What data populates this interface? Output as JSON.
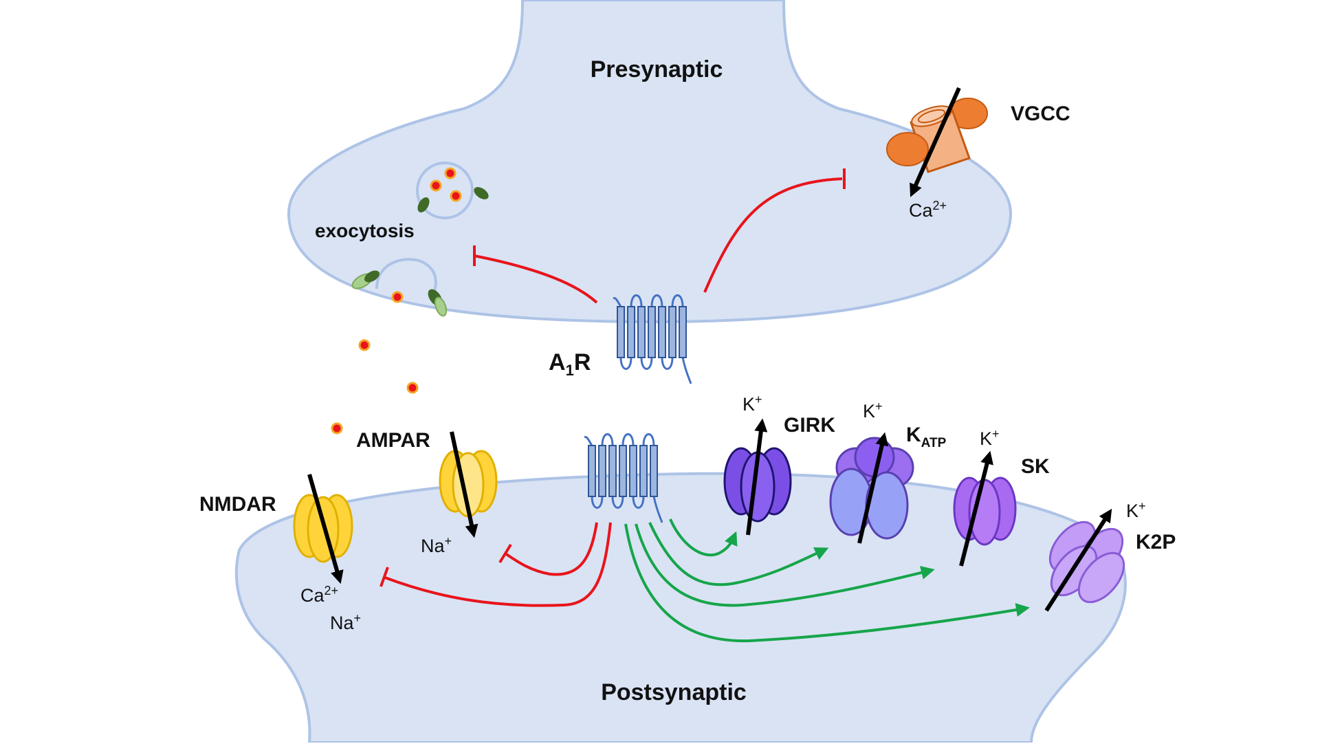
{
  "regions": {
    "presynaptic": "Presynaptic",
    "postsynaptic": "Postsynaptic"
  },
  "labels": {
    "exocytosis": "exocytosis",
    "vgcc": "VGCC",
    "a1r_main": "A",
    "a1r_sub": "1",
    "a1r_tail": "R",
    "ampar": "AMPAR",
    "nmdar": "NMDAR",
    "girk": "GIRK",
    "katp_main": "K",
    "katp_sub": "ATP",
    "sk": "SK",
    "k2p": "K2P"
  },
  "ions": {
    "vgcc_ca": "Ca",
    "vgcc_ca_sup": "2+",
    "ampar_na": "Na",
    "ampar_na_sup": "+",
    "nmdar_ca": "Ca",
    "nmdar_ca_sup": "2+",
    "nmdar_na": "Na",
    "nmdar_na_sup": "+",
    "girk_k": "K",
    "girk_k_sup": "+",
    "katp_k": "K",
    "katp_k_sup": "+",
    "sk_k": "K",
    "sk_k_sup": "+",
    "k2p_k": "K",
    "k2p_k_sup": "+"
  },
  "colors": {
    "cell_fill": "#d9e3f4",
    "cell_stroke": "#adc3e6",
    "inhibit": "#e8141b",
    "activate": "#16a54a",
    "receptor": "#4472c4",
    "receptor_fill": "#9db6df",
    "vgcc": "#ed7d31",
    "ampar_nmdar": "#ffd43b",
    "girk": "#7b4fe6",
    "katp": "#8d87f2",
    "sk": "#a86af0",
    "k2p": "#c29cf7",
    "neurotransmitter": "#e8141b",
    "vesicle_protein": "#3f6b27"
  }
}
